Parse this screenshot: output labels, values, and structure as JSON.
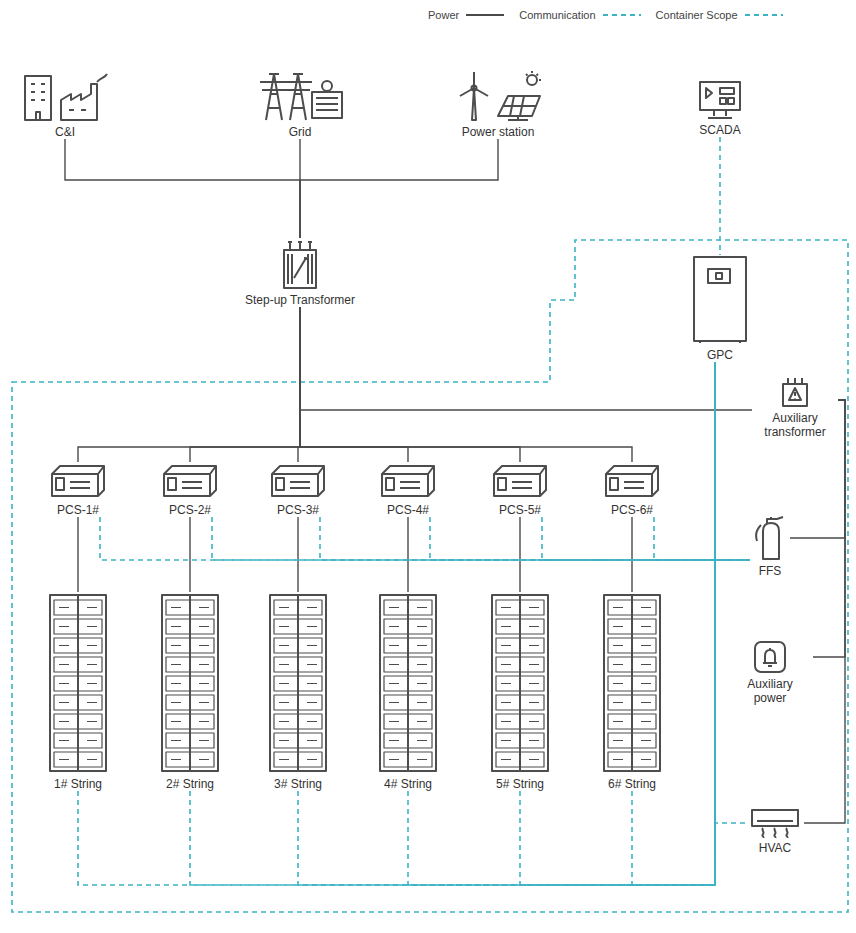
{
  "diagram": {
    "nodes": [
      {
        "text": [
          "C&I"
        ]
      },
      {
        "text": [
          "Grid"
        ]
      },
      {
        "text": [
          "Power station"
        ]
      },
      {
        "text": [
          "SCADA"
        ]
      },
      {
        "text": [
          "Step-up Transformer"
        ]
      },
      {
        "text": [
          "GPC"
        ]
      },
      {
        "text": [
          "Auxiliary transformer"
        ]
      },
      {
        "text": [
          "PCS-1#"
        ]
      },
      {
        "text": [
          "PCS-2#"
        ]
      },
      {
        "text": [
          "PCS-3#"
        ]
      },
      {
        "text": [
          "PCS-4#"
        ]
      },
      {
        "text": [
          "PCS-5#"
        ]
      },
      {
        "text": [
          "PCS-6#"
        ]
      },
      {
        "text": [
          "FFS"
        ]
      },
      {
        "text": [
          "Auxiliary power"
        ]
      },
      {
        "text": [
          "1# String"
        ]
      },
      {
        "text": [
          "2# String"
        ]
      },
      {
        "text": [
          "3# String"
        ]
      },
      {
        "text": [
          "4# String"
        ]
      },
      {
        "text": [
          "5# String"
        ]
      },
      {
        "text": [
          "6# String"
        ]
      },
      {
        "text": [
          "HVAC"
        ]
      }
    ],
    "edges": [
      {
        "from": 0,
        "to": 4,
        "arrow": "none"
      },
      {
        "from": 1,
        "to": 4,
        "arrow": "none"
      },
      {
        "from": 2,
        "to": 4,
        "arrow": "none"
      },
      {
        "from": 4,
        "to": 6,
        "arrow": "none"
      },
      {
        "from": 4,
        "to": 7,
        "arrow": "none"
      },
      {
        "from": 4,
        "to": 8,
        "arrow": "none"
      },
      {
        "from": 4,
        "to": 9,
        "arrow": "none"
      },
      {
        "from": 4,
        "to": 10,
        "arrow": "none"
      },
      {
        "from": 4,
        "to": 11,
        "arrow": "none"
      },
      {
        "from": 4,
        "to": 12,
        "arrow": "none"
      },
      {
        "from": 7,
        "to": 15,
        "arrow": "none"
      },
      {
        "from": 8,
        "to": 16,
        "arrow": "none"
      },
      {
        "from": 9,
        "to": 17,
        "arrow": "none"
      },
      {
        "from": 10,
        "to": 18,
        "arrow": "none"
      },
      {
        "from": 11,
        "to": 19,
        "arrow": "none"
      },
      {
        "from": 12,
        "to": 20,
        "arrow": "none"
      },
      {
        "from": 6,
        "to": 13,
        "arrow": "none"
      },
      {
        "from": 6,
        "to": 14,
        "arrow": "none"
      },
      {
        "from": 6,
        "to": 21,
        "arrow": "none"
      },
      {
        "from": 3,
        "to": 5,
        "arrow": "none"
      },
      {
        "from": 5,
        "to": 21,
        "arrow": "none"
      },
      {
        "from": 7,
        "to": 13,
        "arrow": "none"
      },
      {
        "from": 8,
        "to": 13,
        "arrow": "none"
      },
      {
        "from": 9,
        "to": 13,
        "arrow": "none"
      },
      {
        "from": 10,
        "to": 13,
        "arrow": "none"
      },
      {
        "from": 11,
        "to": 13,
        "arrow": "none"
      },
      {
        "from": 12,
        "to": 13,
        "arrow": "none"
      },
      {
        "from": 15,
        "to": 5,
        "arrow": "none"
      },
      {
        "from": 16,
        "to": 5,
        "arrow": "none"
      },
      {
        "from": 17,
        "to": 5,
        "arrow": "none"
      },
      {
        "from": 18,
        "to": 5,
        "arrow": "none"
      },
      {
        "from": 19,
        "to": 5,
        "arrow": "none"
      },
      {
        "from": 20,
        "to": 5,
        "arrow": "none"
      }
    ],
    "legend": [
      {
        "text": "Power"
      },
      {
        "text": "Communication"
      },
      {
        "text": "Container Scope"
      }
    ]
  }
}
